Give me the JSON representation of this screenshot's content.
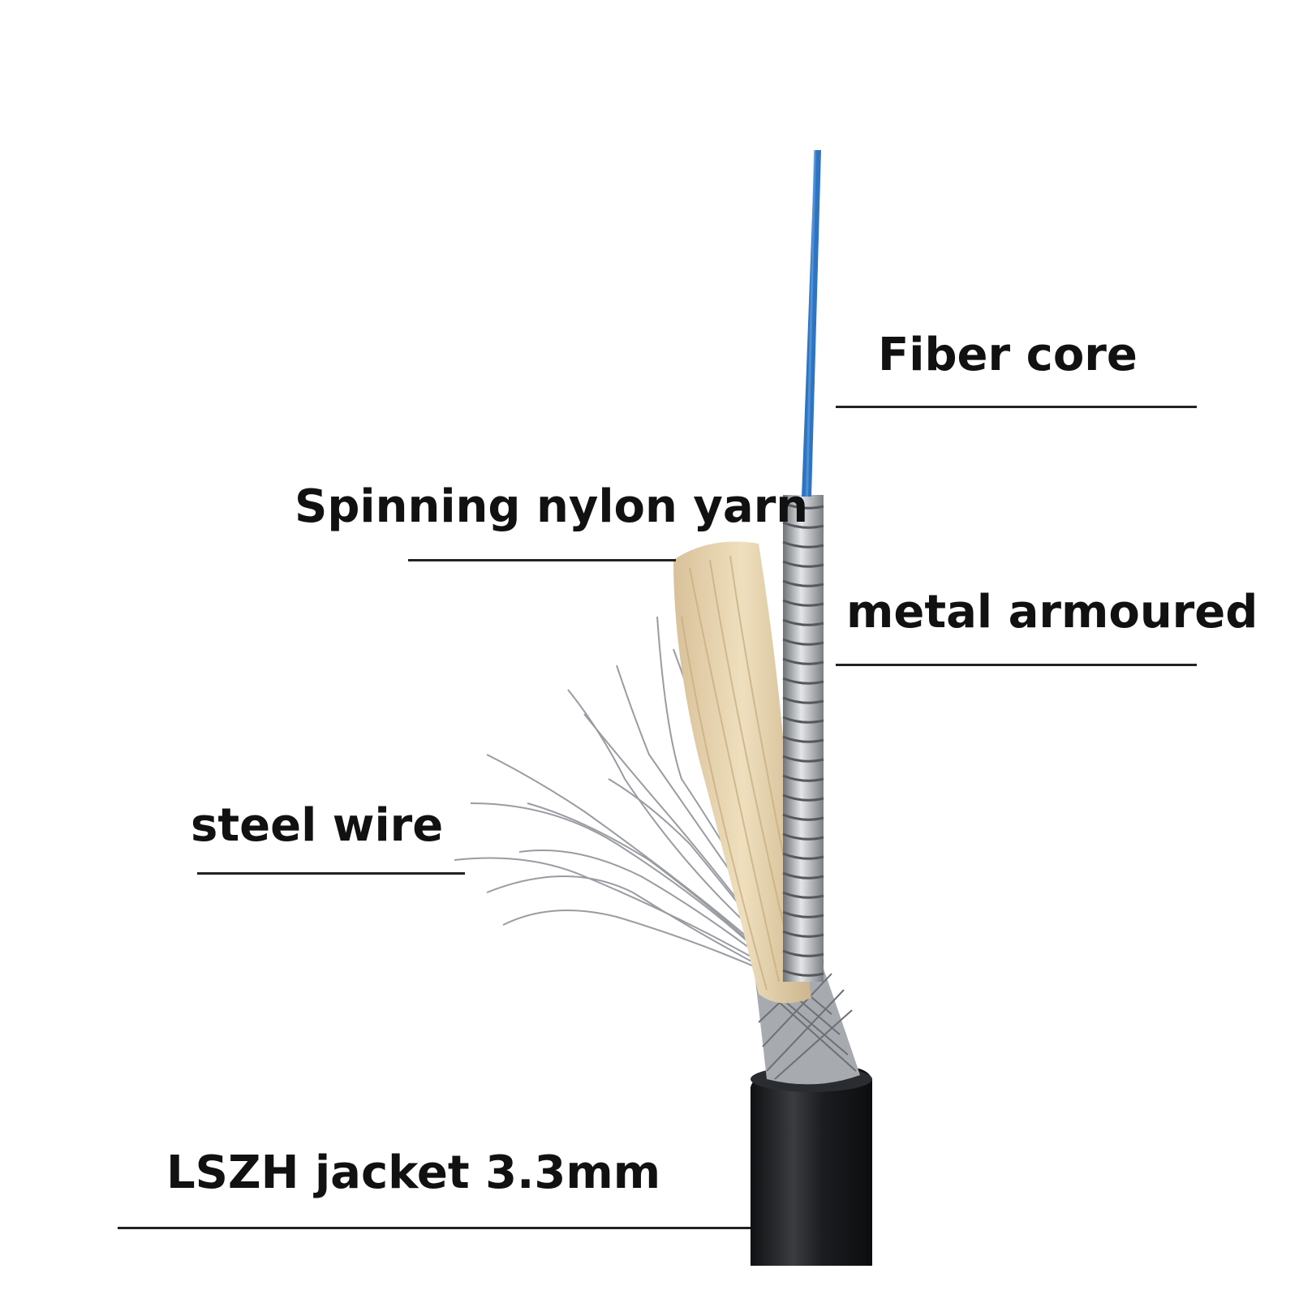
{
  "labels": {
    "fiber_core": "Fiber core",
    "nylon_yarn": "Spinning nylon yarn",
    "metal_armoured": "metal armoured",
    "steel_wire": "steel wire",
    "jacket": "LSZH jacket 3.3mm"
  },
  "colors": {
    "fiber_core": "#2f74c0",
    "nylon_yarn": "#e6d2a8",
    "armour": "#b9bcc0",
    "steel_wire": "#9a9ea3",
    "jacket": "#1e1f22",
    "text": "#111111"
  }
}
